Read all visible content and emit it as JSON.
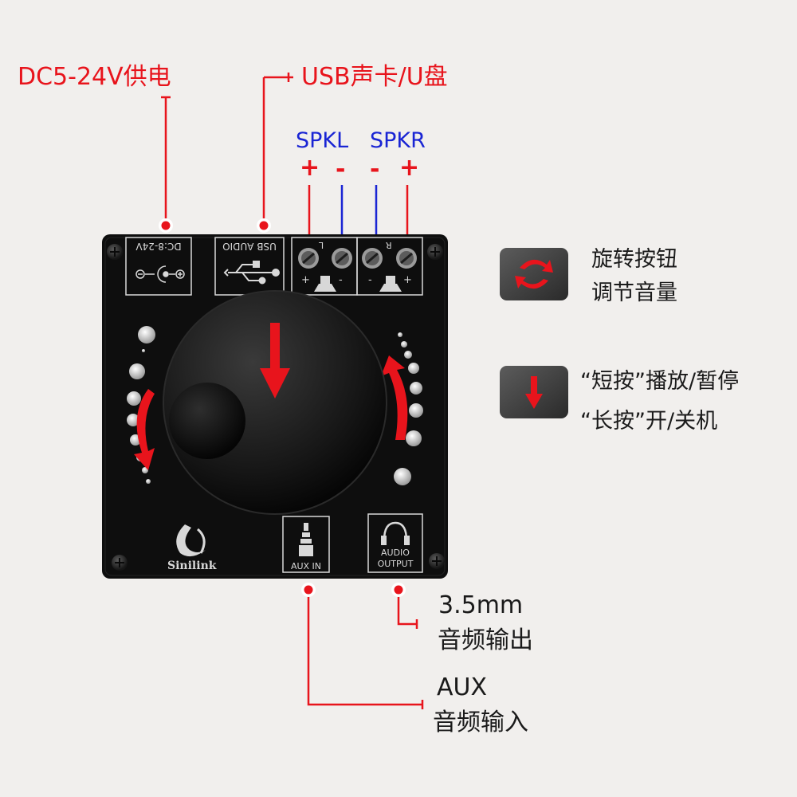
{
  "labels": {
    "power": "DC5-24V供电",
    "usb": "USB声卡/U盘",
    "spkl": "SPKL",
    "spkr": "SPKR",
    "plus": "+",
    "minus": "-",
    "knob_rotate_1": "旋转按钮",
    "knob_rotate_2": "调节音量",
    "knob_press_1": "“短按”播放/暂停",
    "knob_press_2": "“长按”开/关机",
    "output_1": "3.5mm",
    "output_2": "音频输出",
    "aux_1": "AUX",
    "aux_2": "音频输入"
  },
  "board": {
    "dc_port": "DC:8-24V",
    "usb_port": "USB AUDIO",
    "terminal_left": "L",
    "terminal_right": "R",
    "brand": "Sinilink",
    "aux_port": "AUX IN",
    "output_port_1": "AUDIO",
    "output_port_2": "OUTPUT"
  },
  "colors": {
    "accent_red": "#e8141c",
    "wire_blue": "#1a25d4",
    "board": "#0e0e0e",
    "background": "#f1efed"
  }
}
